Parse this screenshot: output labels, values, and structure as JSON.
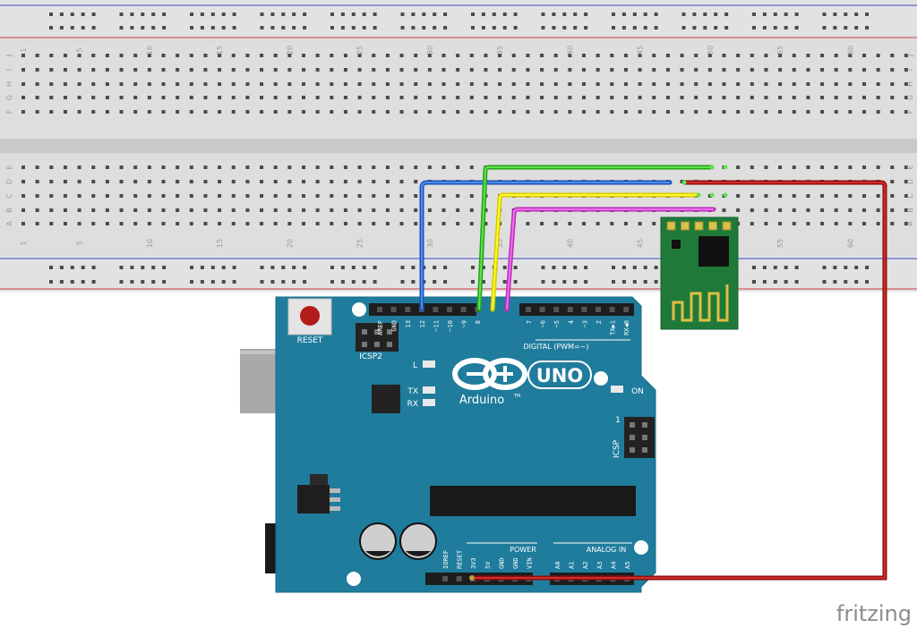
{
  "breadboard": {
    "columns": [
      "1",
      "5",
      "10",
      "15",
      "20",
      "25",
      "30",
      "35",
      "40",
      "45",
      "50",
      "55",
      "60"
    ],
    "rows_top": [
      "J",
      "I",
      "H",
      "G",
      "F"
    ],
    "rows_bottom": [
      "E",
      "D",
      "C",
      "B",
      "A"
    ]
  },
  "arduino": {
    "reset_label": "RESET",
    "icsp2_label": "ICSP2",
    "icsp_label": "ICSP",
    "icsp_pin1": "1",
    "led_l": "L",
    "led_tx": "TX",
    "led_rx": "RX",
    "on_label": "ON",
    "brand": "Arduino",
    "tm": "TM",
    "model": "UNO",
    "digital_label": "DIGITAL (PWM=~)",
    "power_label": "POWER",
    "analog_label": "ANALOG IN",
    "digital_pins": [
      "AREF",
      "GND",
      "13",
      "12",
      "~11",
      "~10",
      "~9",
      "8",
      "7",
      "~6",
      "~5",
      "4",
      "~3",
      "2",
      "TX▶1",
      "RX◀0"
    ],
    "power_pins": [
      "IOREF",
      "RESET",
      "3V3",
      "5V",
      "GND",
      "GND",
      "VIN"
    ],
    "analog_pins": [
      "A0",
      "A1",
      "A2",
      "A3",
      "A4",
      "A5"
    ]
  },
  "watermark": "fritzing",
  "colors": {
    "breadboard": "#dcdcdc",
    "rail_blue": "#3b46d6",
    "rail_red": "#d33a3a",
    "board": "#1f7c9c",
    "module": "#1f7a3a",
    "wire_blue": "#2f6fd6",
    "wire_green": "#3bcf2b",
    "wire_yellow": "#f0e800",
    "wire_magenta": "#e040e0",
    "wire_red": "#c91a1a"
  }
}
